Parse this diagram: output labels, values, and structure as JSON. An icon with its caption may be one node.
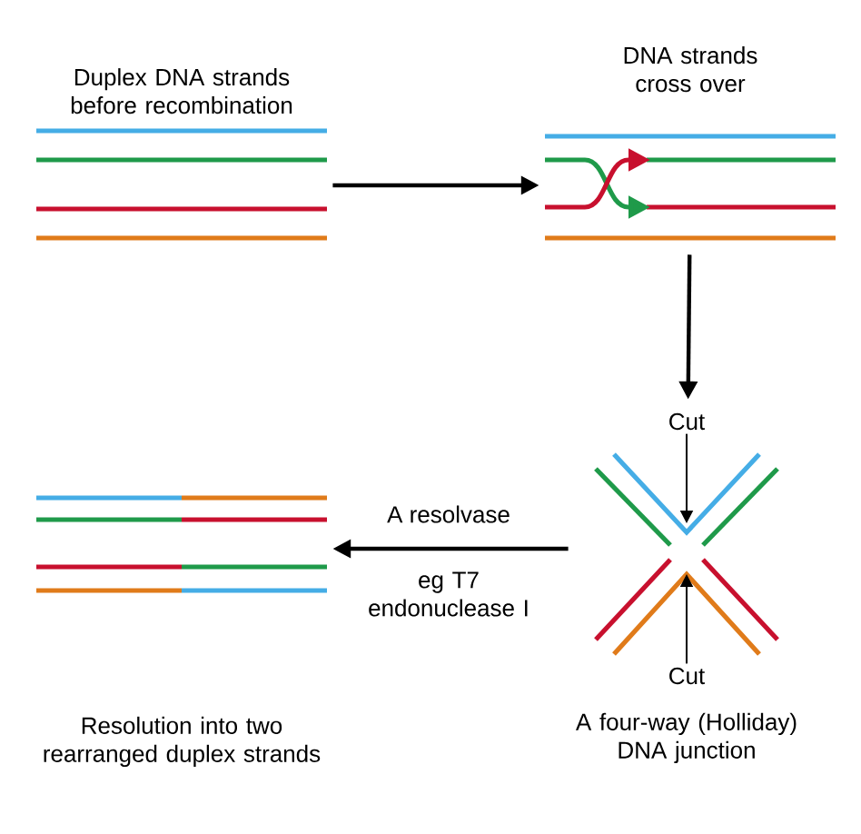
{
  "diagram": {
    "nodes": [
      {
        "text": [
          "Duplex DNA strands before recombination"
        ]
      },
      {
        "text": [
          "DNA strands cross over"
        ]
      },
      {
        "text": [
          "A four-way (Holliday) DNA junction"
        ]
      },
      {
        "text": [
          "Cut"
        ],
        "in": 2
      },
      {
        "text": [
          "Cut"
        ],
        "in": 2
      },
      {
        "text": [
          "Resolution into two rearranged duplex strands"
        ]
      }
    ],
    "edges": [
      {
        "from": 0,
        "to": 1,
        "arrow": "to"
      },
      {
        "from": 1,
        "to": 2,
        "arrow": "to"
      },
      {
        "from": 3,
        "to": null,
        "arrow": "to"
      },
      {
        "from": 4,
        "to": null,
        "arrow": "to"
      },
      {
        "from": 2,
        "to": 5,
        "arrow": "to",
        "label": "A resolvase"
      }
    ],
    "labels": [
      "eg T7 endonuclease I"
    ]
  }
}
